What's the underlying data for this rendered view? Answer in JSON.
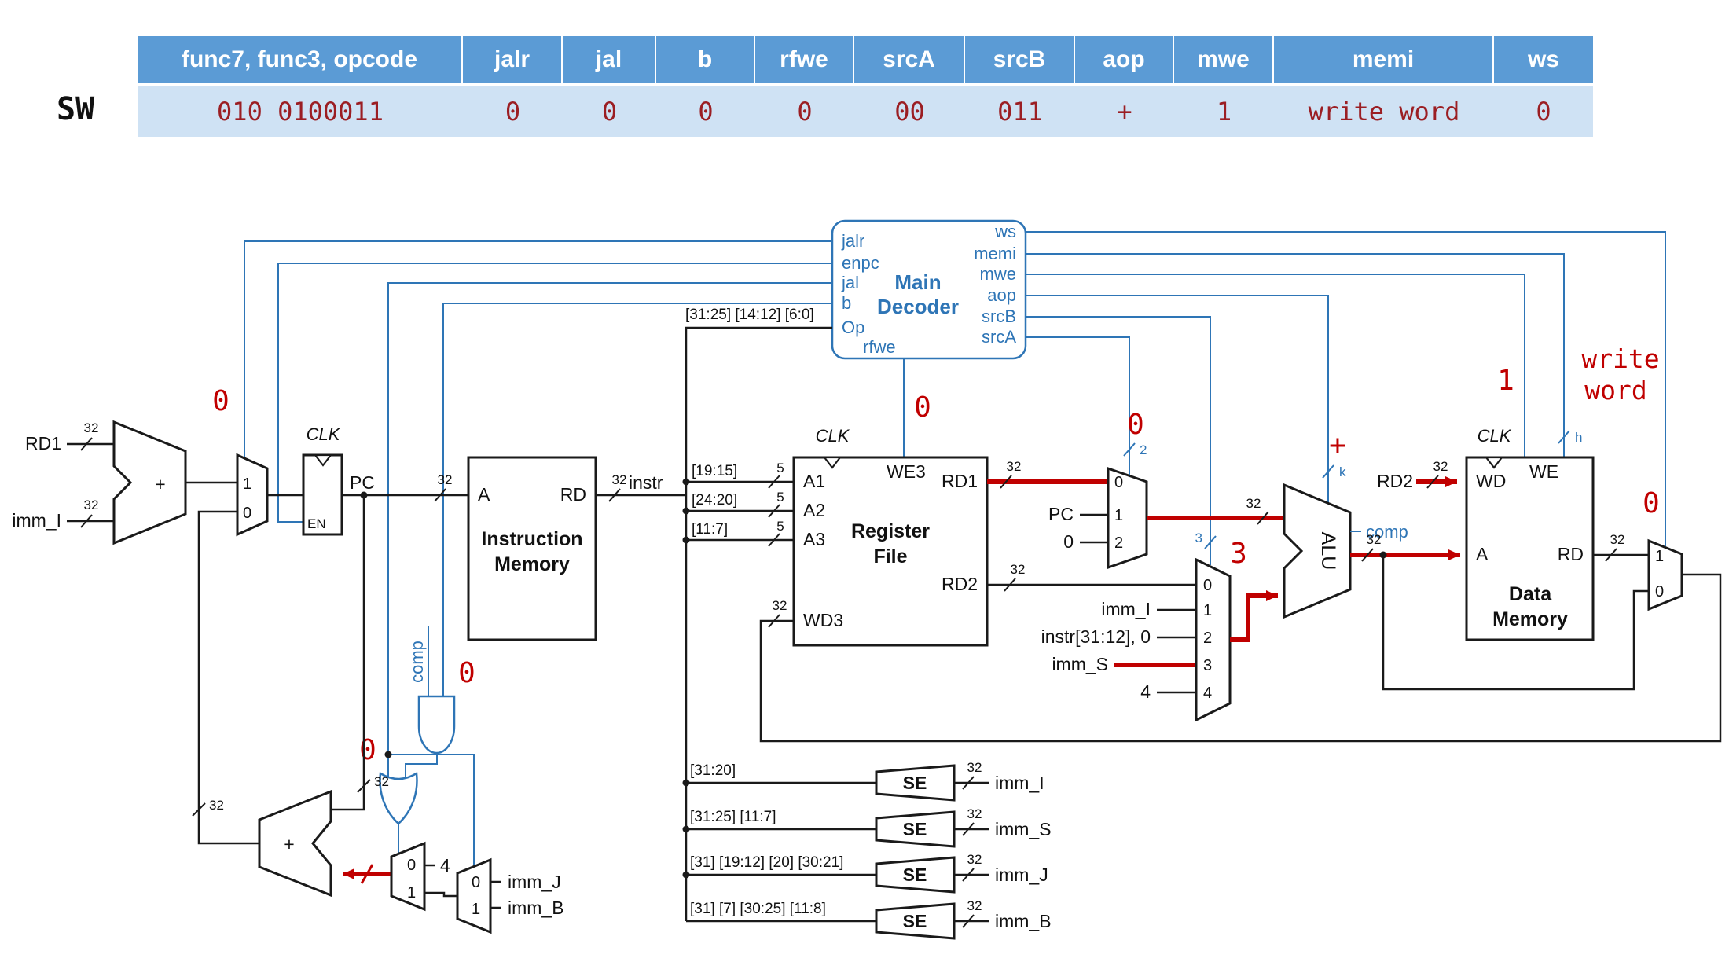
{
  "table": {
    "row_label": "SW",
    "columns": [
      {
        "header": "func7, func3, opcode",
        "value": "010 0100011"
      },
      {
        "header": "jalr",
        "value": "0"
      },
      {
        "header": "jal",
        "value": "0"
      },
      {
        "header": "b",
        "value": "0"
      },
      {
        "header": "rfwe",
        "value": "0"
      },
      {
        "header": "srcA",
        "value": "00"
      },
      {
        "header": "srcB",
        "value": "011"
      },
      {
        "header": "aop",
        "value": "+"
      },
      {
        "header": "mwe",
        "value": "1"
      },
      {
        "header": "memi",
        "value": "write word"
      },
      {
        "header": "ws",
        "value": "0"
      }
    ]
  },
  "colors": {
    "header_bg": "#5b9bd5",
    "row_bg": "#cfe2f4",
    "value_red": "#9b1e23",
    "wire_blue": "#2e75b6",
    "annotation_red": "#c00000"
  },
  "digits": {
    "d0": "0",
    "d1": "1",
    "d2": "2",
    "d3": "3",
    "d4": "4"
  },
  "widths": {
    "w32": "32",
    "w5": "5",
    "w2": "2",
    "w3": "3",
    "k": "k",
    "h": "h"
  },
  "decoder": {
    "t1": "Main",
    "t2": "Decoder",
    "jalr": "jalr",
    "enpc": "enpc",
    "jal": "jal",
    "b": "b",
    "op": "Op",
    "rfwe": "rfwe",
    "ws": "ws",
    "memi": "memi",
    "mwe": "mwe",
    "aop": "aop",
    "srcb": "srcB",
    "srca": "srcA"
  },
  "ann": {
    "jalr": "0",
    "jal": "0",
    "b": "0",
    "rfwe": "0",
    "srca": "0",
    "srcb": "3",
    "aop": "+",
    "mwe": "1",
    "memi1": "write",
    "memi2": "word",
    "ws": "0"
  },
  "left": {
    "rd1": "RD1",
    "immi": "imm_I",
    "plus": "+"
  },
  "pcreg": {
    "clk": "CLK",
    "en": "EN",
    "pc": "PC"
  },
  "imem": {
    "a": "A",
    "rd": "RD",
    "t1": "Instruction",
    "t2": "Memory",
    "instr": "instr"
  },
  "bus": {
    "op": "[31:25] [14:12] [6:0]",
    "a1": "[19:15]",
    "a2": "[24:20]",
    "a3": "[11:7]"
  },
  "rf": {
    "clk": "CLK",
    "we3": "WE3",
    "a1": "A1",
    "a2": "A2",
    "a3": "A3",
    "wd3": "WD3",
    "rd1": "RD1",
    "rd2": "RD2",
    "t1": "Register",
    "t2": "File"
  },
  "srcamux": {
    "pc": "PC",
    "zero": "0"
  },
  "srcbmux": {
    "immi": "imm_I",
    "instr0": "instr[31:12], 0",
    "imms": "imm_S",
    "four": "4"
  },
  "alu": {
    "name": "ALU",
    "comp": "comp"
  },
  "dmem": {
    "clk": "CLK",
    "we": "WE",
    "wd": "WD",
    "a": "A",
    "rd": "RD",
    "t1": "Data",
    "t2": "Memory",
    "rd2": "RD2"
  },
  "branch": {
    "plus": "+",
    "four": "4",
    "immj": "imm_J",
    "immb": "imm_B",
    "comp": "comp"
  },
  "se": {
    "label": "SE",
    "rows": [
      {
        "bits": "[31:20]",
        "out": "imm_I"
      },
      {
        "bits": "[31:25] [11:7]",
        "out": "imm_S"
      },
      {
        "bits": "[31] [19:12] [20] [30:21]",
        "out": "imm_J"
      },
      {
        "bits": "[31] [7] [30:25] [11:8]",
        "out": "imm_B"
      }
    ]
  }
}
